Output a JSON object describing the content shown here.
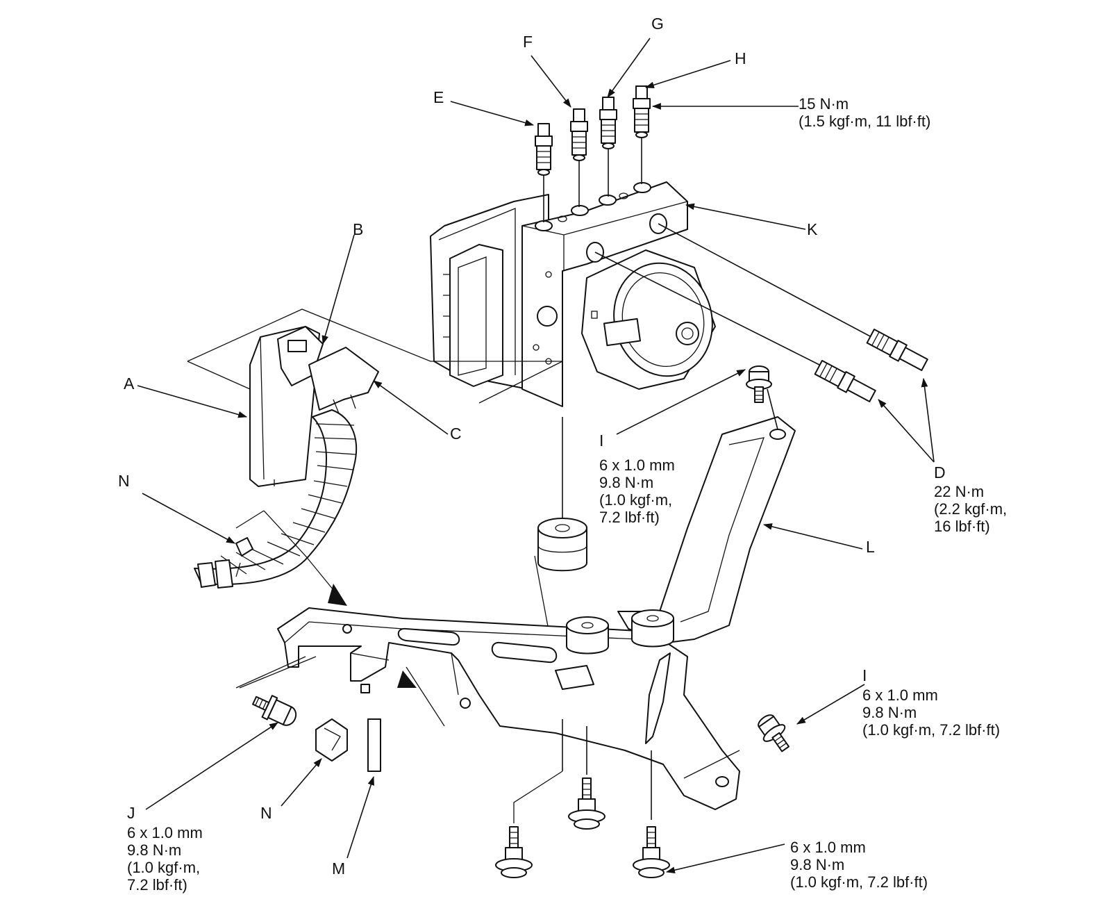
{
  "labels": {
    "A": "A",
    "B": "B",
    "C": "C",
    "D": "D",
    "E": "E",
    "F": "F",
    "G": "G",
    "H": "H",
    "I_top": "I",
    "I_right": "I",
    "J": "J",
    "K": "K",
    "L": "L",
    "M": "M",
    "N_left": "N",
    "N_bottom": "N"
  },
  "specs": {
    "H_torque": [
      "15 N·m",
      "(1.5 kgf·m, 11 lbf·ft)"
    ],
    "D_torque": [
      "22 N·m",
      "(2.2 kgf·m,",
      "16 lbf·ft)"
    ],
    "I_top": [
      "6 x 1.0 mm",
      "9.8 N·m",
      "(1.0 kgf·m,",
      "7.2 lbf·ft)"
    ],
    "I_right": [
      "6 x 1.0 mm",
      "9.8 N·m",
      "(1.0 kgf·m, 7.2 lbf·ft)"
    ],
    "J": [
      "6 x 1.0 mm",
      "9.8 N·m",
      "(1.0 kgf·m,",
      "7.2 lbf·ft)"
    ],
    "bottom_bolts": [
      "6 x 1.0 mm",
      "9.8 N·m",
      "(1.0 kgf·m, 7.2 lbf·ft)"
    ]
  }
}
